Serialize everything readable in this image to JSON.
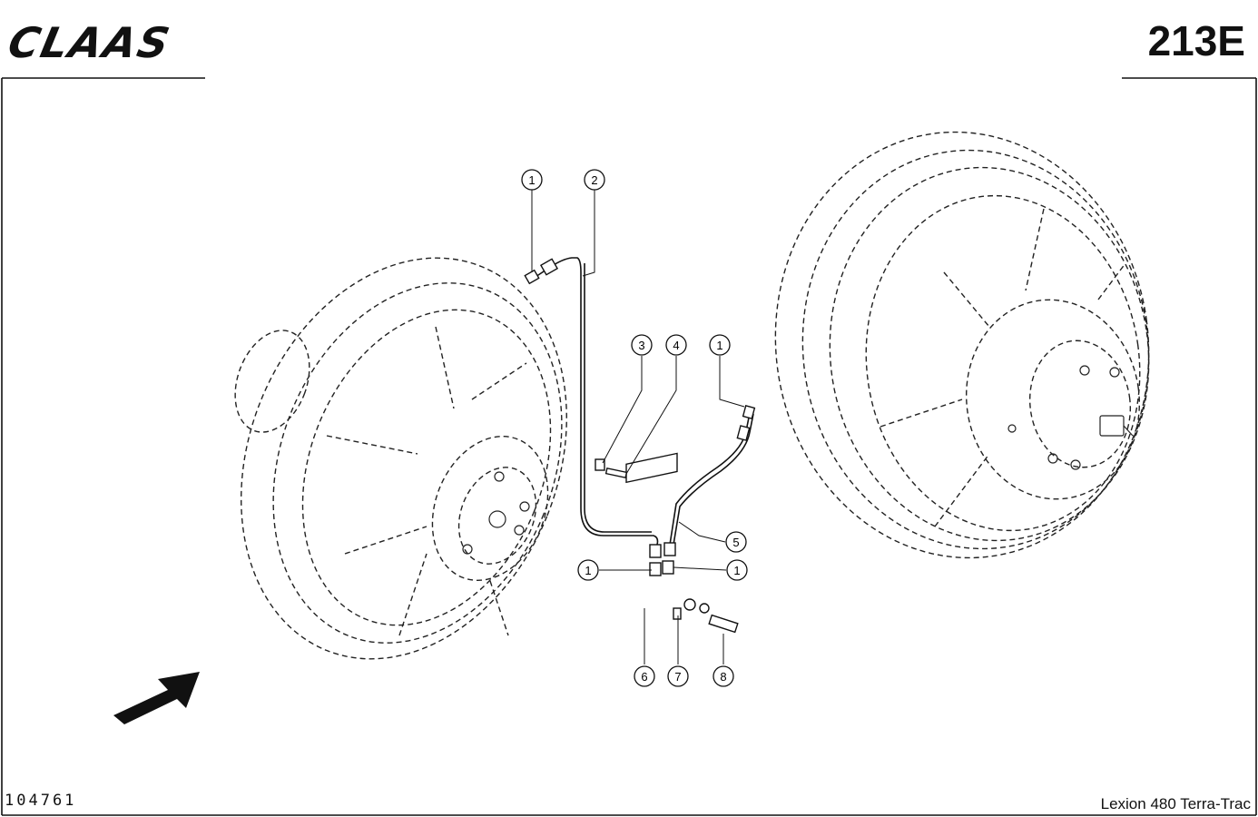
{
  "header": {
    "logo_text": "CLAAS",
    "page_code": "213E"
  },
  "footer": {
    "drawing_number": "104761",
    "model": "Lexion 480 Terra-Trac"
  },
  "callouts": {
    "c1a": "1",
    "c2": "2",
    "c3": "3",
    "c4": "4",
    "c1b": "1",
    "c5": "5",
    "c1c": "1",
    "c1d": "1",
    "c6": "6",
    "c7": "7",
    "c8": "8"
  },
  "icons": {
    "direction": "direction-arrow-icon"
  }
}
